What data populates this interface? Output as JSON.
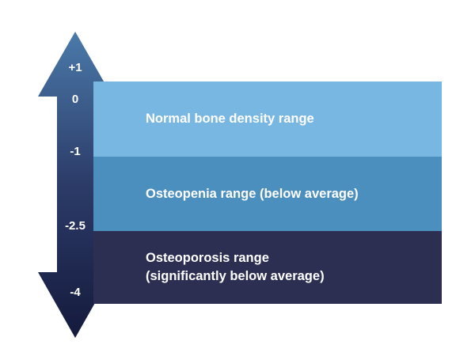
{
  "bands": [
    {
      "lines": [
        "Normal bone density range"
      ],
      "color": "#79b7e3"
    },
    {
      "lines": [
        "Osteopenia range (below average)"
      ],
      "color": "#4b8fbe"
    },
    {
      "lines": [
        "Osteoporosis range",
        "(significantly below average)"
      ],
      "color": "#2c2e52"
    }
  ],
  "scale": {
    "ticks": [
      "+1",
      "0",
      "-1",
      "-2.5",
      "-4"
    ]
  },
  "arrow_colors": {
    "top": "#4a7aaa",
    "bottom": "#141a3c"
  }
}
